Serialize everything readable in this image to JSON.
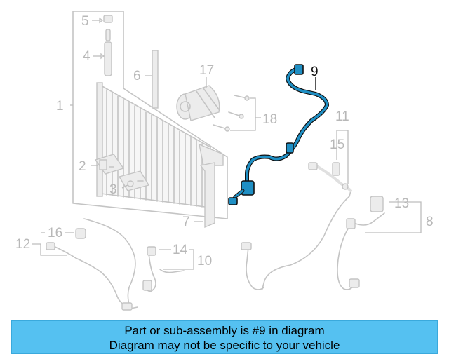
{
  "callouts": {
    "c1": "1",
    "c2": "2",
    "c3": "3",
    "c4": "4",
    "c5": "5",
    "c6": "6",
    "c7": "7",
    "c8": "8",
    "c9": "9",
    "c10": "10",
    "c11": "11",
    "c12": "12",
    "c13": "13",
    "c14": "14",
    "c15": "15",
    "c16": "16",
    "c17": "17",
    "c18": "18"
  },
  "highlight_part": "9",
  "colors": {
    "banner": "#55c1f1",
    "highlight_part": "#1f8fc4",
    "ghost": "#c4c4c4"
  },
  "banner": {
    "line1": "Part or sub-assembly is #9 in diagram",
    "line2": "Diagram may not be specific to your vehicle"
  }
}
